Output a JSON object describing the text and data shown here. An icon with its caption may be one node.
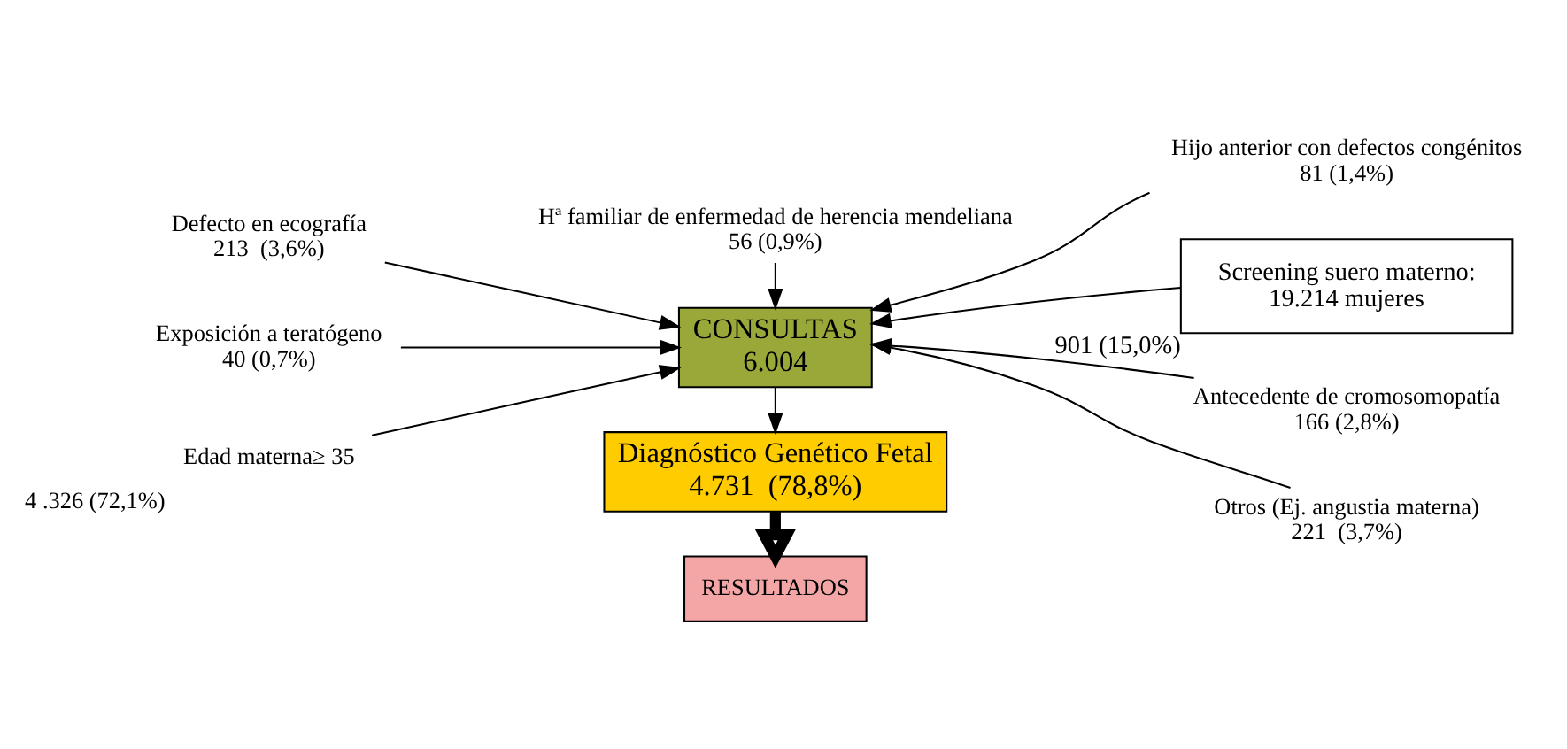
{
  "diagram": {
    "nodes": [
      {
        "text": [
          "Hª familiar de enfermedad de herencia mendeliana",
          "56 (0,9%)"
        ]
      },
      {
        "text": [
          "Hijo anterior con defectos congénitos",
          "81 (1,4%)"
        ]
      },
      {
        "text": [
          "Defecto en ecografía",
          "213  (3,6%)"
        ]
      },
      {
        "text": [
          "Exposición a teratógeno",
          "40 (0,7%)"
        ]
      },
      {
        "text": [
          "CONSULTAS",
          "6.004"
        ]
      },
      {
        "text": [
          "Screening suero materno:",
          "19.214 mujeres"
        ],
        "beside": [
          "901 (15,0%)"
        ]
      },
      {
        "text": [
          "Edad materna≥ 35"
        ],
        "beside": [
          "4 .326 (72,1%)"
        ]
      },
      {
        "text": [
          "Diagnóstico Genético Fetal",
          "4.731  (78,8%)"
        ]
      },
      {
        "text": [
          "Antecedente de cromosomopatía",
          "166 (2,8%)"
        ]
      },
      {
        "text": [
          "Otros (Ej. angustia materna)",
          "221  (3,7%)"
        ]
      },
      {
        "text": [
          "RESULTADOS"
        ]
      }
    ],
    "edges": [
      {
        "from": 0,
        "to": 4,
        "arrow": "to"
      },
      {
        "from": 1,
        "to": 4,
        "arrow": "to"
      },
      {
        "from": 2,
        "to": 4,
        "arrow": "to"
      },
      {
        "from": 3,
        "to": 4,
        "arrow": "to"
      },
      {
        "from": 6,
        "to": 4,
        "arrow": "to"
      },
      {
        "from": 5,
        "to": 4,
        "arrow": "to"
      },
      {
        "from": 8,
        "to": 4,
        "arrow": "to"
      },
      {
        "from": 9,
        "to": 4,
        "arrow": "to"
      },
      {
        "from": 4,
        "to": 7,
        "arrow": "to"
      },
      {
        "from": 7,
        "to": 10,
        "arrow": "to",
        "style": "thick"
      }
    ]
  }
}
